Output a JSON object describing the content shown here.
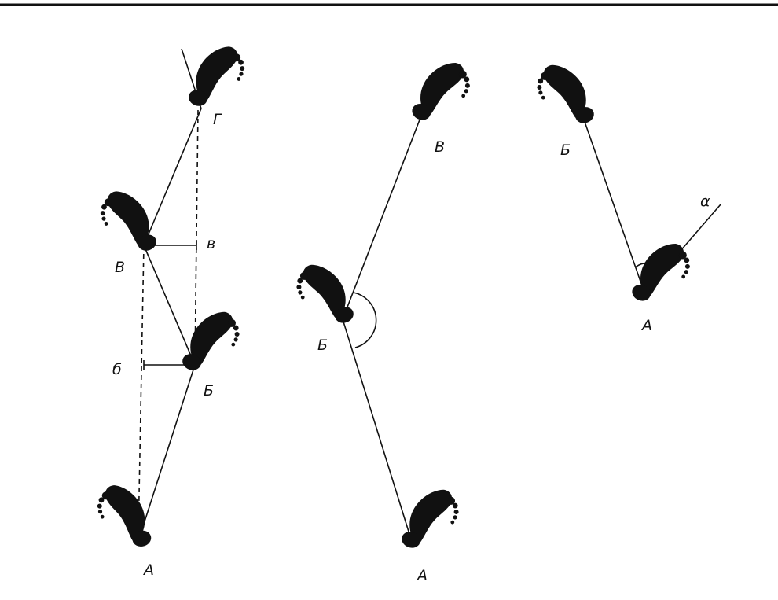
{
  "figure": {
    "panel1": {
      "labels": {
        "a": "А",
        "b": "Б",
        "v": "В",
        "g": "Г",
        "b_small": "б",
        "v_small": "в"
      }
    },
    "panel2": {
      "labels": {
        "a": "А",
        "b": "Б",
        "v": "В"
      }
    },
    "panel3": {
      "labels": {
        "a": "А",
        "b": "Б",
        "alpha": "α"
      }
    }
  }
}
